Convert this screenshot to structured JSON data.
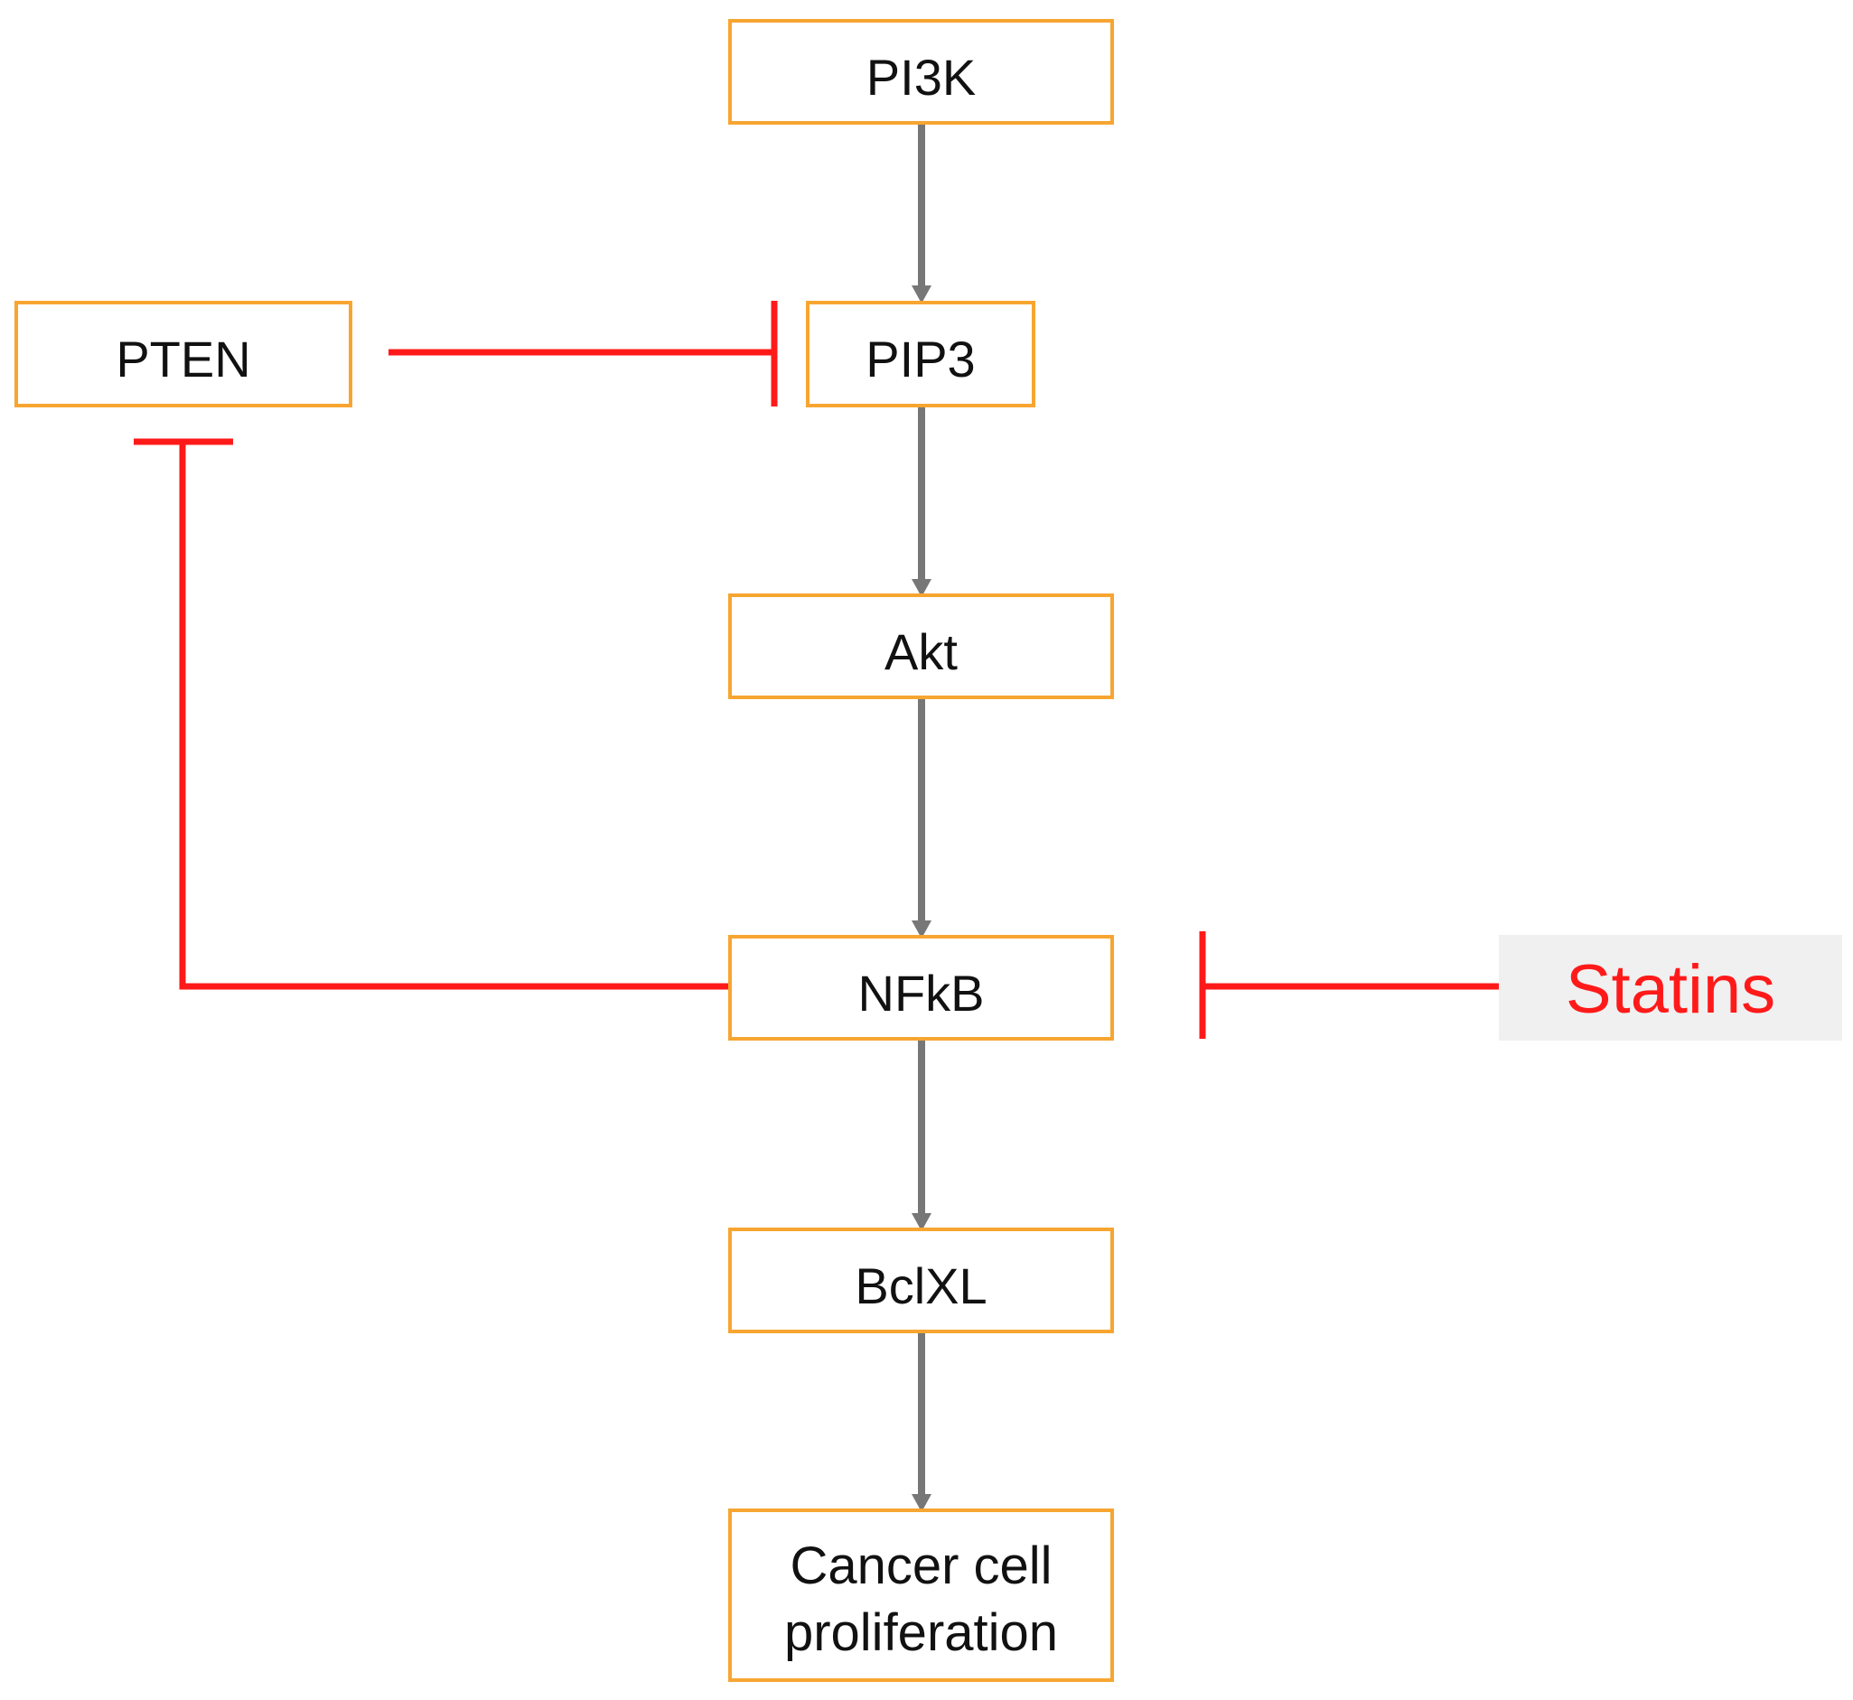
{
  "nodes": {
    "pi3k": "PI3K",
    "pten": "PTEN",
    "pip3": "PIP3",
    "akt": "Akt",
    "nfkb": "NFkB",
    "bclxl": "BclXL",
    "proliferation_line1": "Cancer cell",
    "proliferation_line2": "proliferation"
  },
  "drug": {
    "label": "Statins"
  },
  "edges": [
    {
      "from": "PI3K",
      "to": "PIP3",
      "type": "activation"
    },
    {
      "from": "PIP3",
      "to": "Akt",
      "type": "activation"
    },
    {
      "from": "Akt",
      "to": "NFkB",
      "type": "activation"
    },
    {
      "from": "NFkB",
      "to": "BclXL",
      "type": "activation"
    },
    {
      "from": "BclXL",
      "to": "Cancer cell proliferation",
      "type": "activation"
    },
    {
      "from": "PTEN",
      "to": "PIP3",
      "type": "inhibition"
    },
    {
      "from": "NFkB",
      "to": "PTEN",
      "type": "inhibition"
    },
    {
      "from": "Statins",
      "to": "NFkB",
      "type": "inhibition"
    }
  ],
  "colors": {
    "node_border": "#f7a531",
    "activation_edge": "#777777",
    "inhibition_edge": "#ff1a1a",
    "drug_text": "#ff1a1a",
    "drug_background": "#f0f0f0"
  }
}
